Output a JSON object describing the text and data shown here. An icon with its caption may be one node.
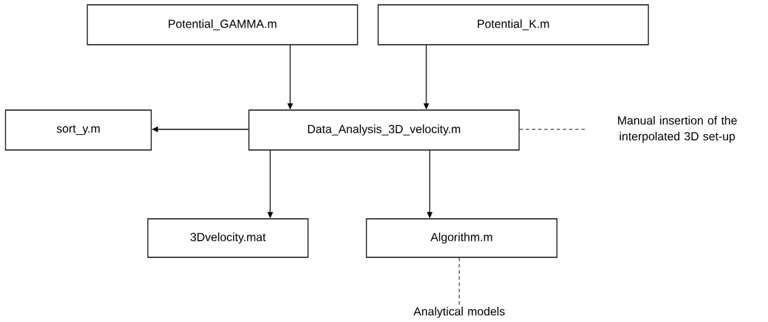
{
  "diagram": {
    "nodes": [
      {
        "text": [
          "Potential_GAMMA.m"
        ]
      },
      {
        "text": [
          "Potential_K.m"
        ]
      },
      {
        "text": [
          "Data_Analysis_3D_velocity.m"
        ]
      },
      {
        "text": [
          "sort_y.m"
        ]
      },
      {
        "text": [
          "3Dvelocity.mat"
        ]
      },
      {
        "text": [
          "Algorithm.m"
        ]
      },
      {
        "text": [
          "Manual insertion of the interpolated 3D set-up"
        ]
      },
      {
        "text": [
          "Analytical models"
        ]
      }
    ],
    "edges": [
      {
        "from": 0,
        "to": 2,
        "arrow": "to"
      },
      {
        "from": 1,
        "to": 2,
        "arrow": "to"
      },
      {
        "from": 2,
        "to": 3,
        "arrow": "to"
      },
      {
        "from": 2,
        "to": 4,
        "arrow": "to"
      },
      {
        "from": 2,
        "to": 5,
        "arrow": "to"
      },
      {
        "from": 2,
        "to": 6,
        "arrow": "none",
        "style": "dashed"
      },
      {
        "from": 5,
        "to": 7,
        "arrow": "none",
        "style": "dashed"
      }
    ]
  }
}
